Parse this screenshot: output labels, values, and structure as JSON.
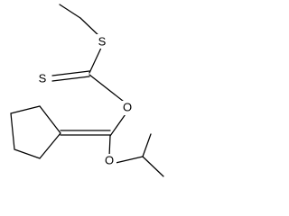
{
  "structure": {
    "atoms": {
      "sulfur_thioether": "S",
      "sulfur_thione": "S",
      "oxygen_ester": "O",
      "oxygen_isopropoxy": "O"
    }
  }
}
